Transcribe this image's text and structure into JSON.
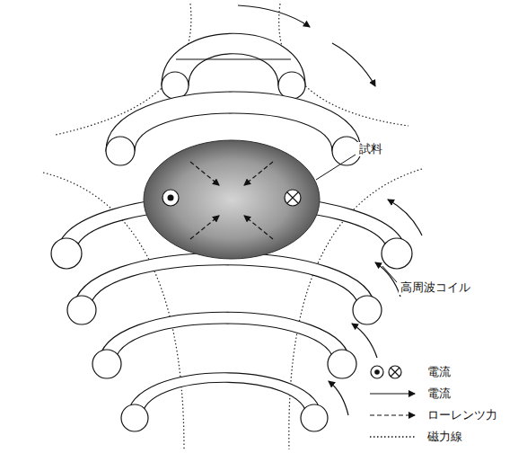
{
  "diagram": {
    "labels": [
      "試料",
      "高周波コイル"
    ],
    "legend": [
      {
        "text": "電流"
      },
      {
        "text": "電流"
      },
      {
        "text": "ローレンツ力"
      },
      {
        "text": "磁力線"
      }
    ]
  }
}
